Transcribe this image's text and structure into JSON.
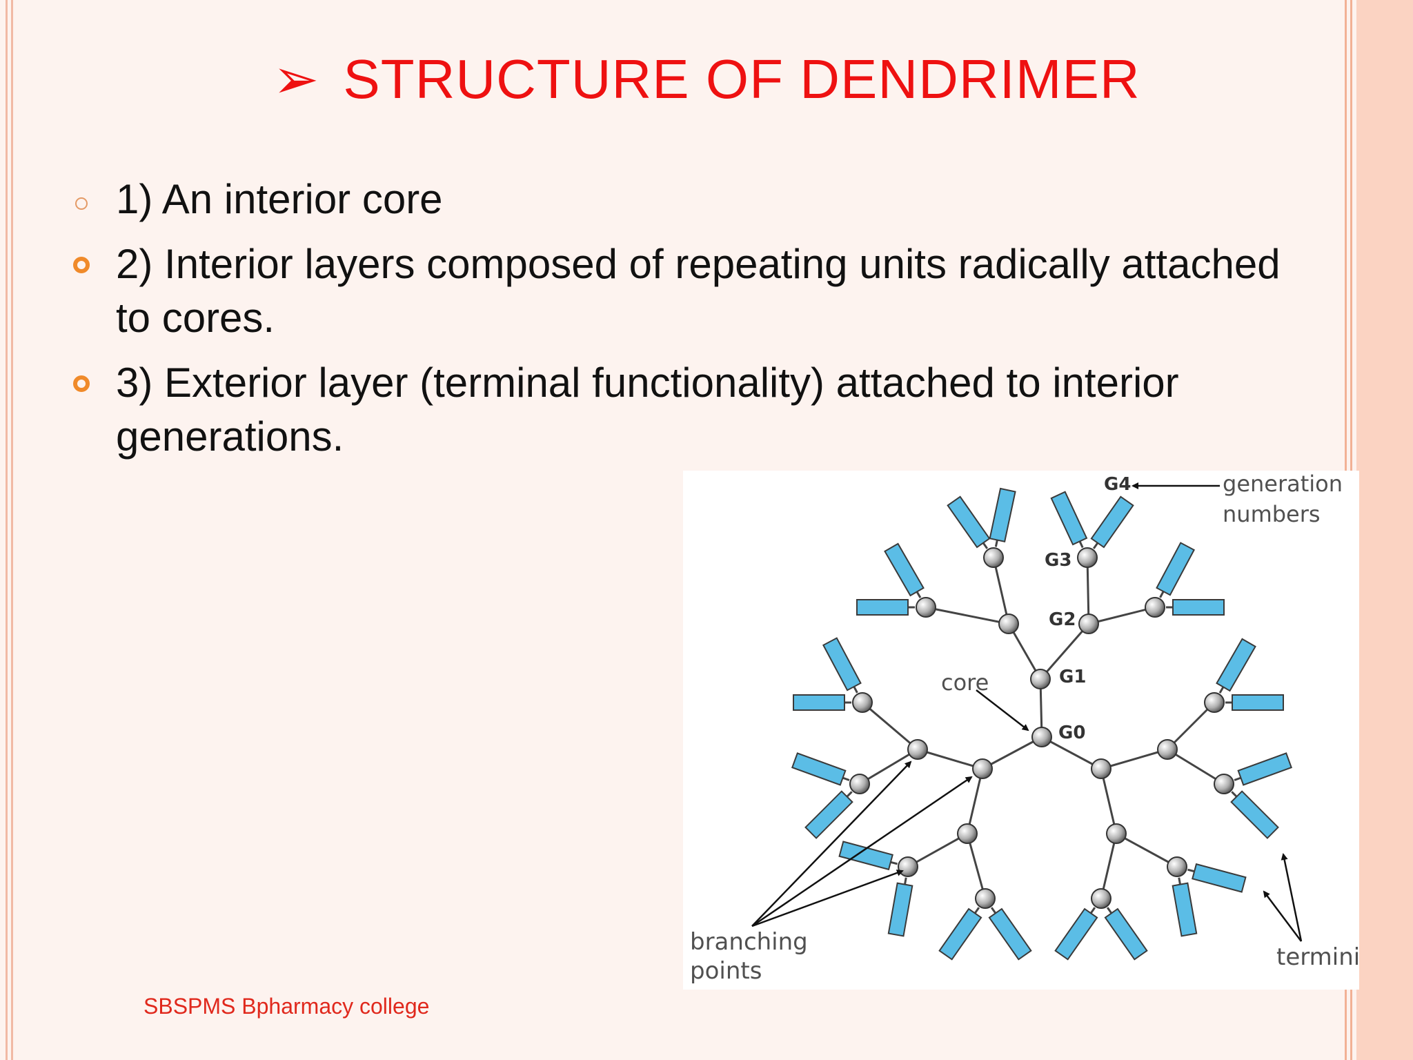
{
  "slide": {
    "title": "STRUCTURE OF DENDRIMER",
    "title_marker": "➢",
    "bullets": [
      {
        "marker": "hollow-thin",
        "text": "1) An interior core"
      },
      {
        "marker": "hollow-thick",
        "text": "2) Interior layers composed of repeating units radically attached to cores."
      },
      {
        "marker": "hollow-thick",
        "text": "3) Exterior layer (terminal functionality) attached to interior generations."
      }
    ],
    "footer": "SBSPMS Bpharmacy college"
  },
  "diagram": {
    "labels": {
      "generation_numbers_line1": "generation",
      "generation_numbers_line2": "numbers",
      "core": "core",
      "branching_points_line1": "branching",
      "branching_points_line2": "points",
      "termini": "termini",
      "g0": "G0",
      "g1": "G1",
      "g2": "G2",
      "g3": "G3",
      "g4": "G4"
    },
    "colors": {
      "terminal_fill": "#5bbde6",
      "title_red": "#ee1111",
      "footer_red": "#e0281c",
      "bullet_orange": "#f08a2a"
    }
  }
}
